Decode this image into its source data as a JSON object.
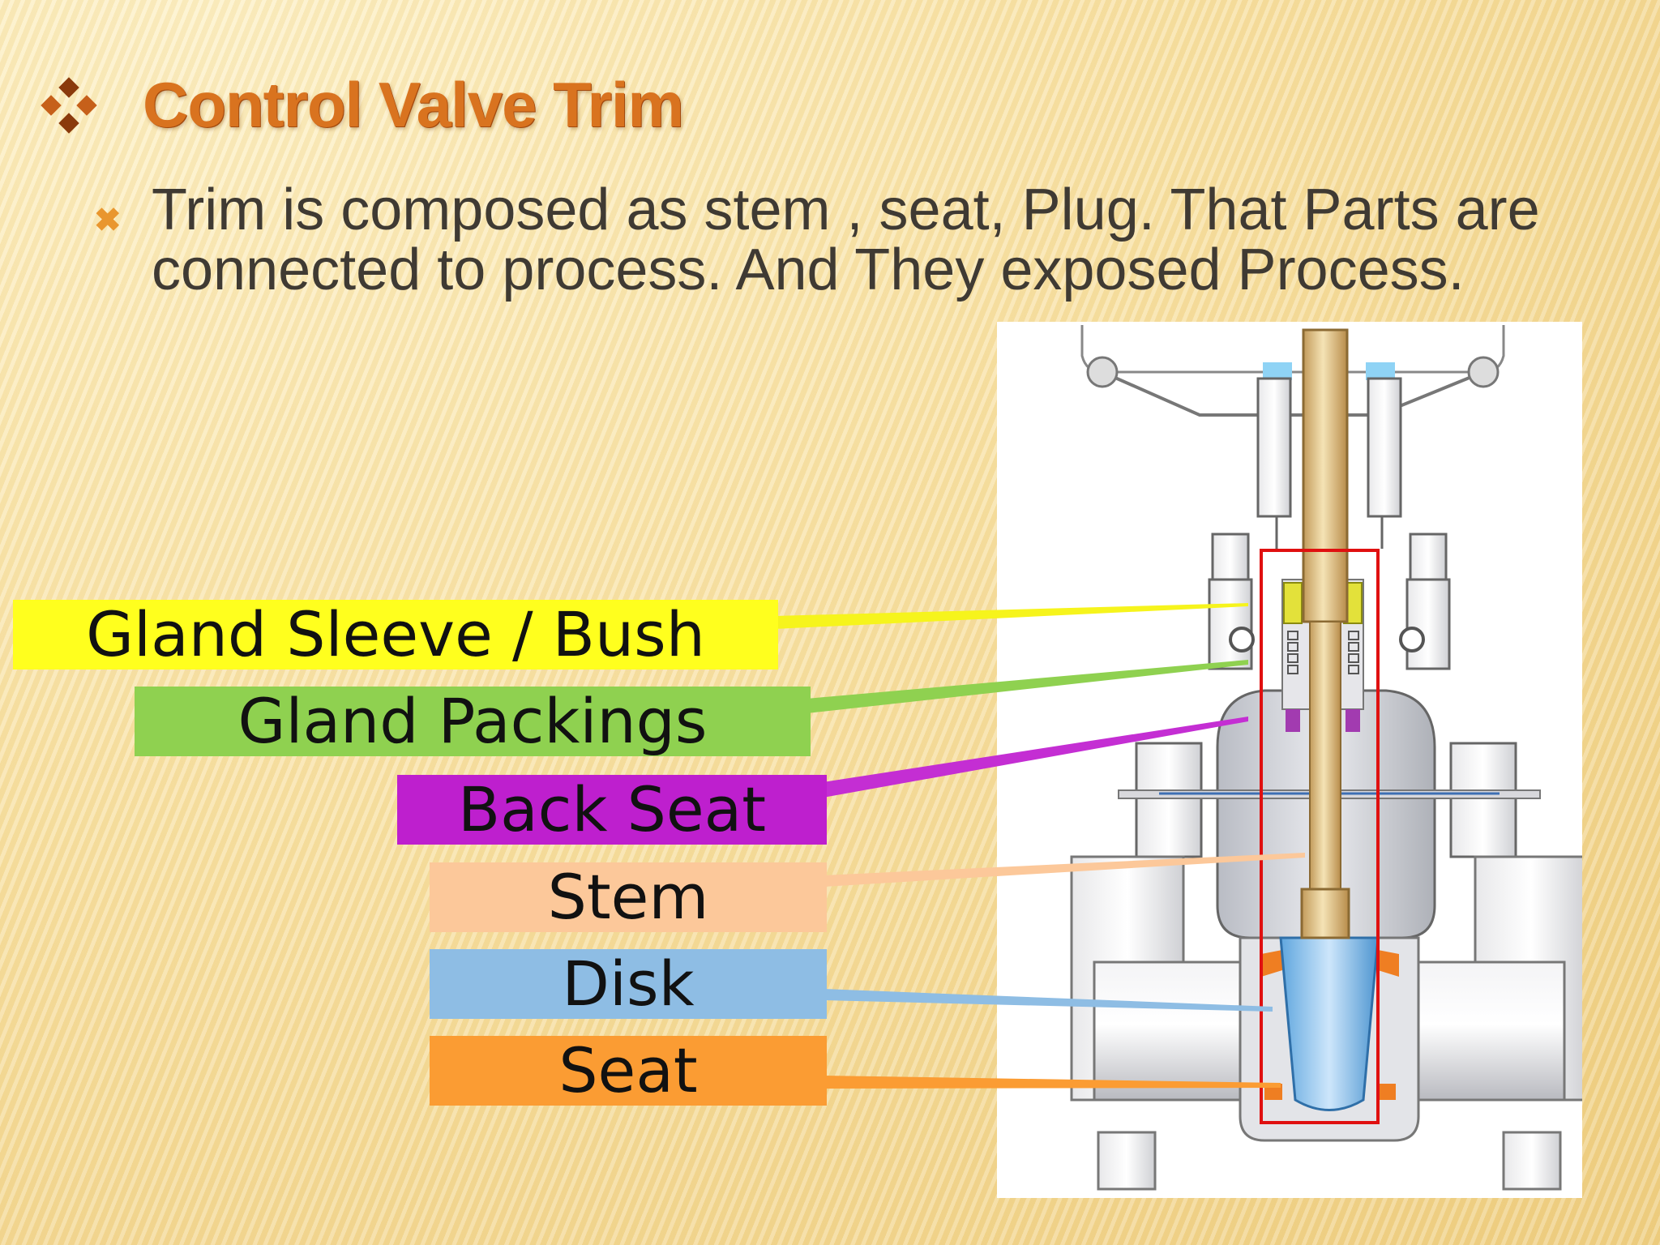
{
  "slide": {
    "title": "Control Valve Trim",
    "title_color": "#d9731f",
    "bullet_text": "Trim is composed as stem , seat, Plug. That Parts are connected to process. And They exposed Process."
  },
  "diagram": {
    "labels": [
      {
        "text": "Gland Sleeve / Bush",
        "color": "#ffff1e"
      },
      {
        "text": "Gland Packings",
        "color": "#8fd150"
      },
      {
        "text": "Back Seat",
        "color": "#be1fce"
      },
      {
        "text": "Stem",
        "color": "#fcc89a"
      },
      {
        "text": "Disk",
        "color": "#8ebde4"
      },
      {
        "text": "Seat",
        "color": "#fb9c33"
      }
    ],
    "trim_box_color": "#e01010"
  }
}
